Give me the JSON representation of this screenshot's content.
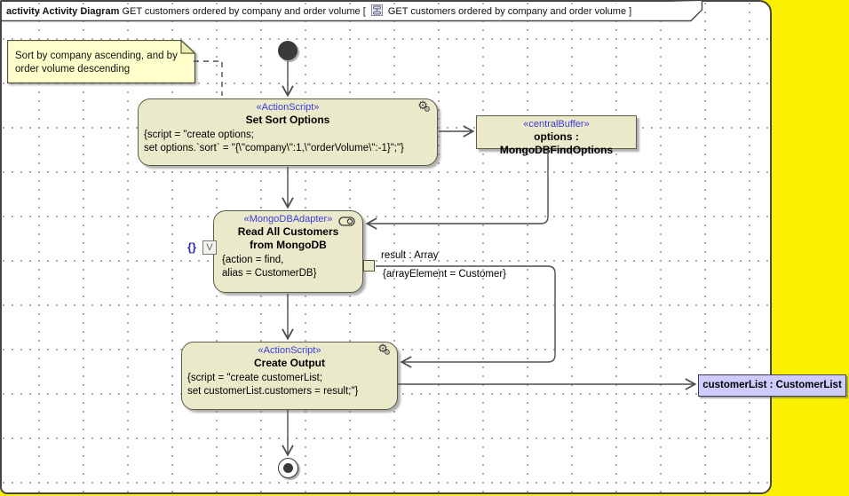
{
  "tab": {
    "bold": "activity Activity Diagram",
    "text_before": "GET customers ordered by company and order volume [",
    "text_after": "GET customers ordered by company and order volume ]"
  },
  "note": {
    "text": "Sort by company ascending, and by order volume descending"
  },
  "nodes": {
    "set_sort_options": {
      "stereotype": "«ActionScript»",
      "name": "Set Sort Options",
      "body": [
        "{script = \"create options;",
        "set options.`sort` = \"{\\\"company\\\":1,\\\"orderVolume\\\":-1}\";\"}"
      ]
    },
    "options_buffer": {
      "stereotype": "«centralBuffer»",
      "name": "options : MongoDBFindOptions"
    },
    "read_customers": {
      "stereotype": "«MongoDBAdapter»",
      "name_line1": "Read All Customers",
      "name_line2": "from MongoDB",
      "body": [
        "{action = find,",
        "alias = CustomerDB}"
      ]
    },
    "create_output": {
      "stereotype": "«ActionScript»",
      "name": "Create Output",
      "body": [
        "{script = \"create customerList;",
        "set customerList.customers = result;\"}"
      ]
    },
    "customer_list_parameter": {
      "name": "customerList : CustomerList"
    }
  },
  "edge_labels": {
    "result_pin": "result : Array",
    "array_constraint": "{arrayElement = Customer}"
  },
  "adornments": {
    "braces": "{}",
    "check": "V"
  },
  "icons": {
    "gear": "⚙"
  },
  "colors": {
    "canvas_yellow": "#FAF000",
    "node_fill": "#EAEACA",
    "note_fill": "#FFFFCC",
    "parameter_fill": "#CCCCFF",
    "stereotype_blue": "#3b3bdd",
    "edge": "#4d4d4d"
  }
}
